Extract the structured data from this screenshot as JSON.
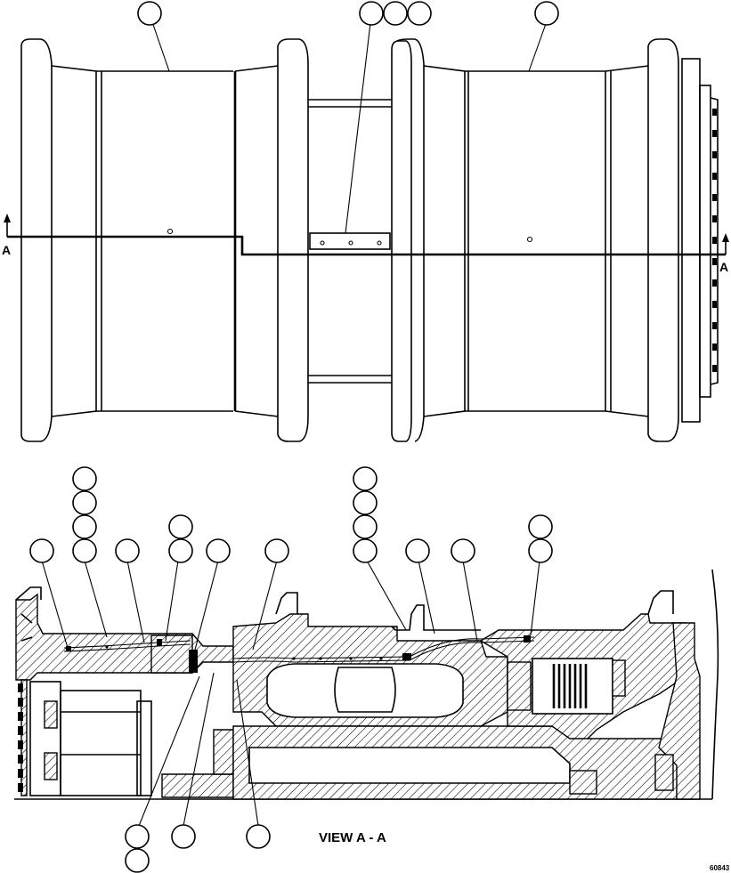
{
  "section_marker_left": "A",
  "section_marker_right": "A",
  "view_title": "VIEW A - A",
  "drawing_code": "60843"
}
